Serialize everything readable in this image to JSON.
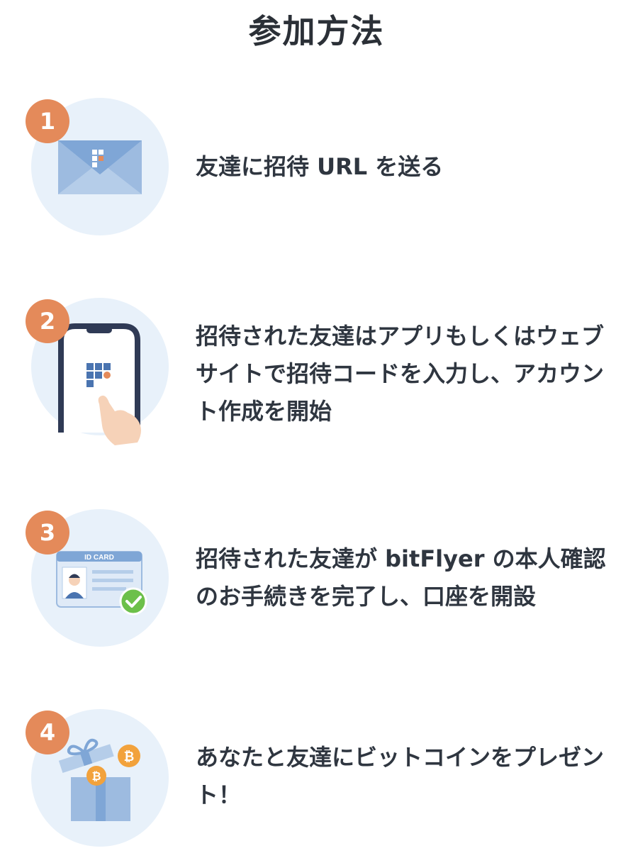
{
  "title": "参加方法",
  "steps": [
    {
      "number": "1",
      "icon": "envelope-icon",
      "text": "友達に招待 URL を送る"
    },
    {
      "number": "2",
      "icon": "smartphone-tap-icon",
      "text": "招待された友達はアプリもしくはウェブサイトで招待コードを入力し、アカウント作成を開始"
    },
    {
      "number": "3",
      "icon": "id-card-icon",
      "text": "招待された友達が bitFlyer の本人確認のお手続きを完了し、口座を開設",
      "card_label": "ID CARD"
    },
    {
      "number": "4",
      "icon": "gift-bitcoin-icon",
      "text": "あなたと友達にビットコインをプレゼント！",
      "coin_symbol": "₿"
    }
  ],
  "colors": {
    "badge": "#e48a5a",
    "circle_bg": "#e8f1fa",
    "text": "#2f3640",
    "illustration_blue": "#7fa6d6",
    "check_green": "#6cc04a",
    "coin": "#f2a23c"
  }
}
